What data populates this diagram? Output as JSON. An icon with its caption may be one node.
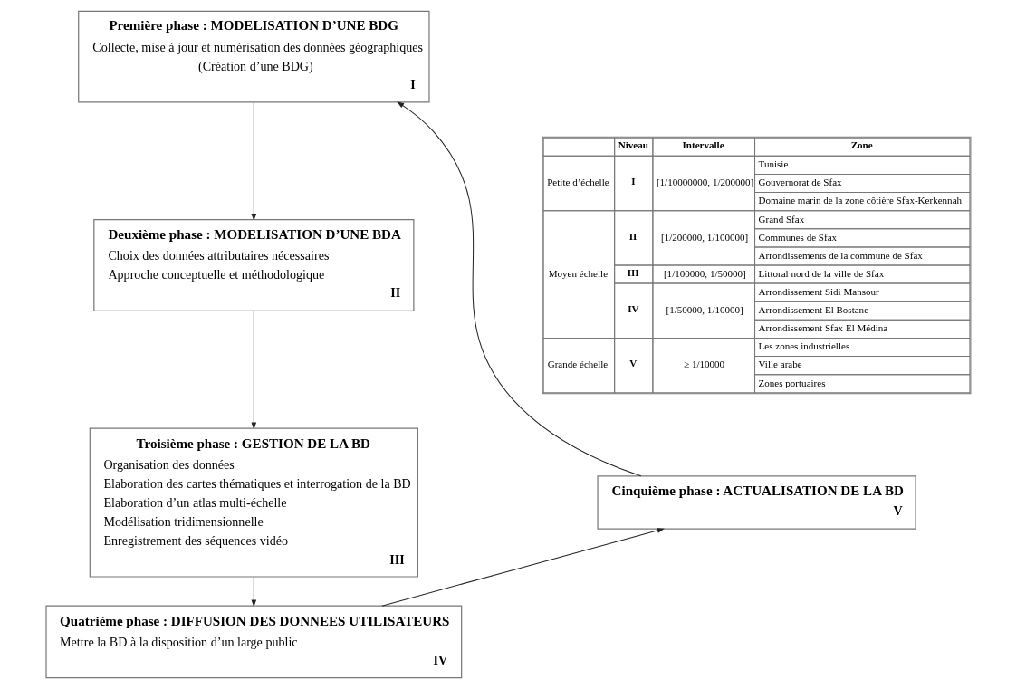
{
  "diagram": {
    "nodes": [
      {
        "text": [
          "Première phase : MODELISATION D’UNE BDG",
          "Collecte, mise à jour et numérisation des données géographiques",
          "(Création d’une BDG)",
          "I"
        ]
      },
      {
        "text": [
          "Deuxième phase : MODELISATION D’UNE BDA",
          "Choix des données attributaires nécessaires",
          "Approche conceptuelle et méthodologique",
          "II"
        ]
      },
      {
        "text": [
          "Troisième phase : GESTION DE LA BD",
          "Organisation des données",
          "Elaboration des cartes thématiques et interrogation de la BD",
          "Elaboration d’un atlas multi-échelle",
          "Modélisation tridimensionnelle",
          "Enregistrement des séquences vidéo",
          "III"
        ]
      },
      {
        "text": [
          "Quatrième phase : DIFFUSION DES DONNEES UTILISATEURS",
          "Mettre la BD à la disposition d’un large public",
          "IV"
        ]
      },
      {
        "text": [
          "Cinquième phase : ACTUALISATION DE LA BD",
          "V"
        ]
      }
    ],
    "edges": [
      {
        "from": 0,
        "to": 1,
        "arrow": "to"
      },
      {
        "from": 1,
        "to": 2,
        "arrow": "to"
      },
      {
        "from": 2,
        "to": 3,
        "arrow": "to"
      },
      {
        "from": 3,
        "to": 4,
        "arrow": "to"
      },
      {
        "from": 4,
        "to": 0,
        "arrow": "to"
      }
    ],
    "labels": [
      "Niveau",
      "Intervalle",
      "Zone",
      "Petite d’échelle",
      "I",
      "[1/10000000, 1/200000]",
      "Tunisie",
      "Gouvernorat de Sfax",
      "Domaine marin de la zone côtière Sfax-Kerkennah",
      "Moyen échelle",
      "II",
      "[1/200000, 1/100000]",
      "Grand Sfax",
      "Communes de Sfax",
      "Arrondissements de la commune de Sfax",
      "III",
      "[1/100000, 1/50000]",
      "Littoral nord de la ville de Sfax",
      "IV",
      "[1/50000, 1/10000]",
      "Arrondissement Sidi Mansour",
      "Arrondissement El Bostane",
      "Arrondissement Sfax El Médina",
      "Grande échelle",
      "V",
      "≥ 1/10000",
      "Les zones industrielles",
      "Ville arabe",
      "Zones portuaires"
    ]
  }
}
